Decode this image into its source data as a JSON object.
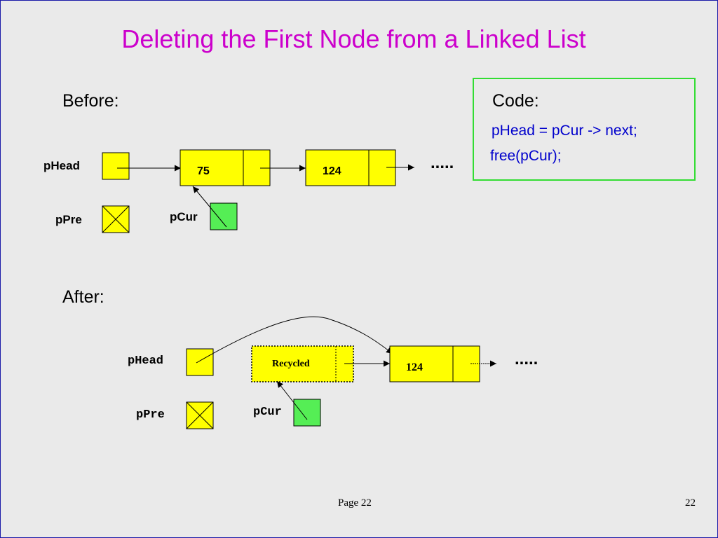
{
  "title": "Deleting the First Node from a Linked List",
  "before": {
    "heading": "Before:",
    "phead_label": "pHead",
    "ppre_label": "pPre",
    "pcur_label": "pCur",
    "node1_value": "75",
    "node2_value": "124",
    "continuation": "....."
  },
  "code": {
    "heading": "Code:",
    "line1": "pHead = pCur -> next;",
    "line2": "free(pCur);"
  },
  "after": {
    "heading": "After:",
    "phead_label": "pHead",
    "ppre_label": "pPre",
    "pcur_label": "pCur",
    "recycled_label": "Recycled",
    "node_value": "124",
    "continuation": "....."
  },
  "footer": {
    "page_label": "Page 22",
    "page_number": "22"
  },
  "colors": {
    "title": "#cc00cc",
    "node_fill": "#ffff00",
    "pointer_active_fill": "#55ee55",
    "code_border": "#33dd33",
    "code_text": "#0000cc",
    "slide_border": "#1a1aa8"
  }
}
